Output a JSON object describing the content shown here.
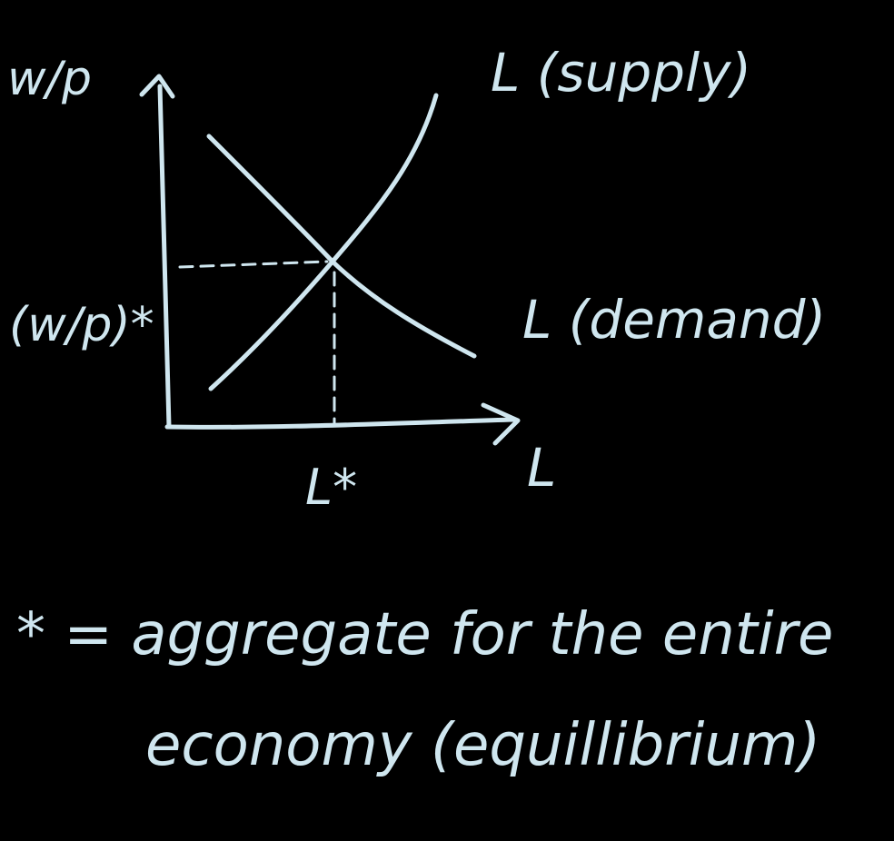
{
  "diagram": {
    "y_axis_label": "w/p",
    "x_axis_label": "L",
    "supply_label": "L (supply)",
    "demand_label": "L (demand)",
    "equilibrium_wage_label": "(w/p)*",
    "equilibrium_labor_label": "L*"
  },
  "note": {
    "line1": "* = aggregate for the entire",
    "line2": "economy (equillibrium)"
  },
  "colors": {
    "ink": "#cfe6ef",
    "background": "#000000"
  }
}
